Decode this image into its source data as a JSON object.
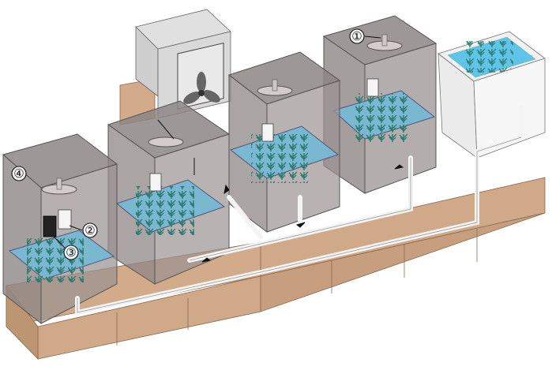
{
  "callouts": {
    "one": "①",
    "two": "②",
    "three": "③",
    "four": "④"
  },
  "colors": {
    "base_top": "#e2c5a8",
    "base_front": "#cfa988",
    "base_side": "#bc9573",
    "chamber_glass": "#8f8686",
    "water": "#6fb0cc",
    "pipe": "#f4f4f4",
    "plant": "#2d7a70",
    "fan_housing": "#cfcfcf"
  }
}
